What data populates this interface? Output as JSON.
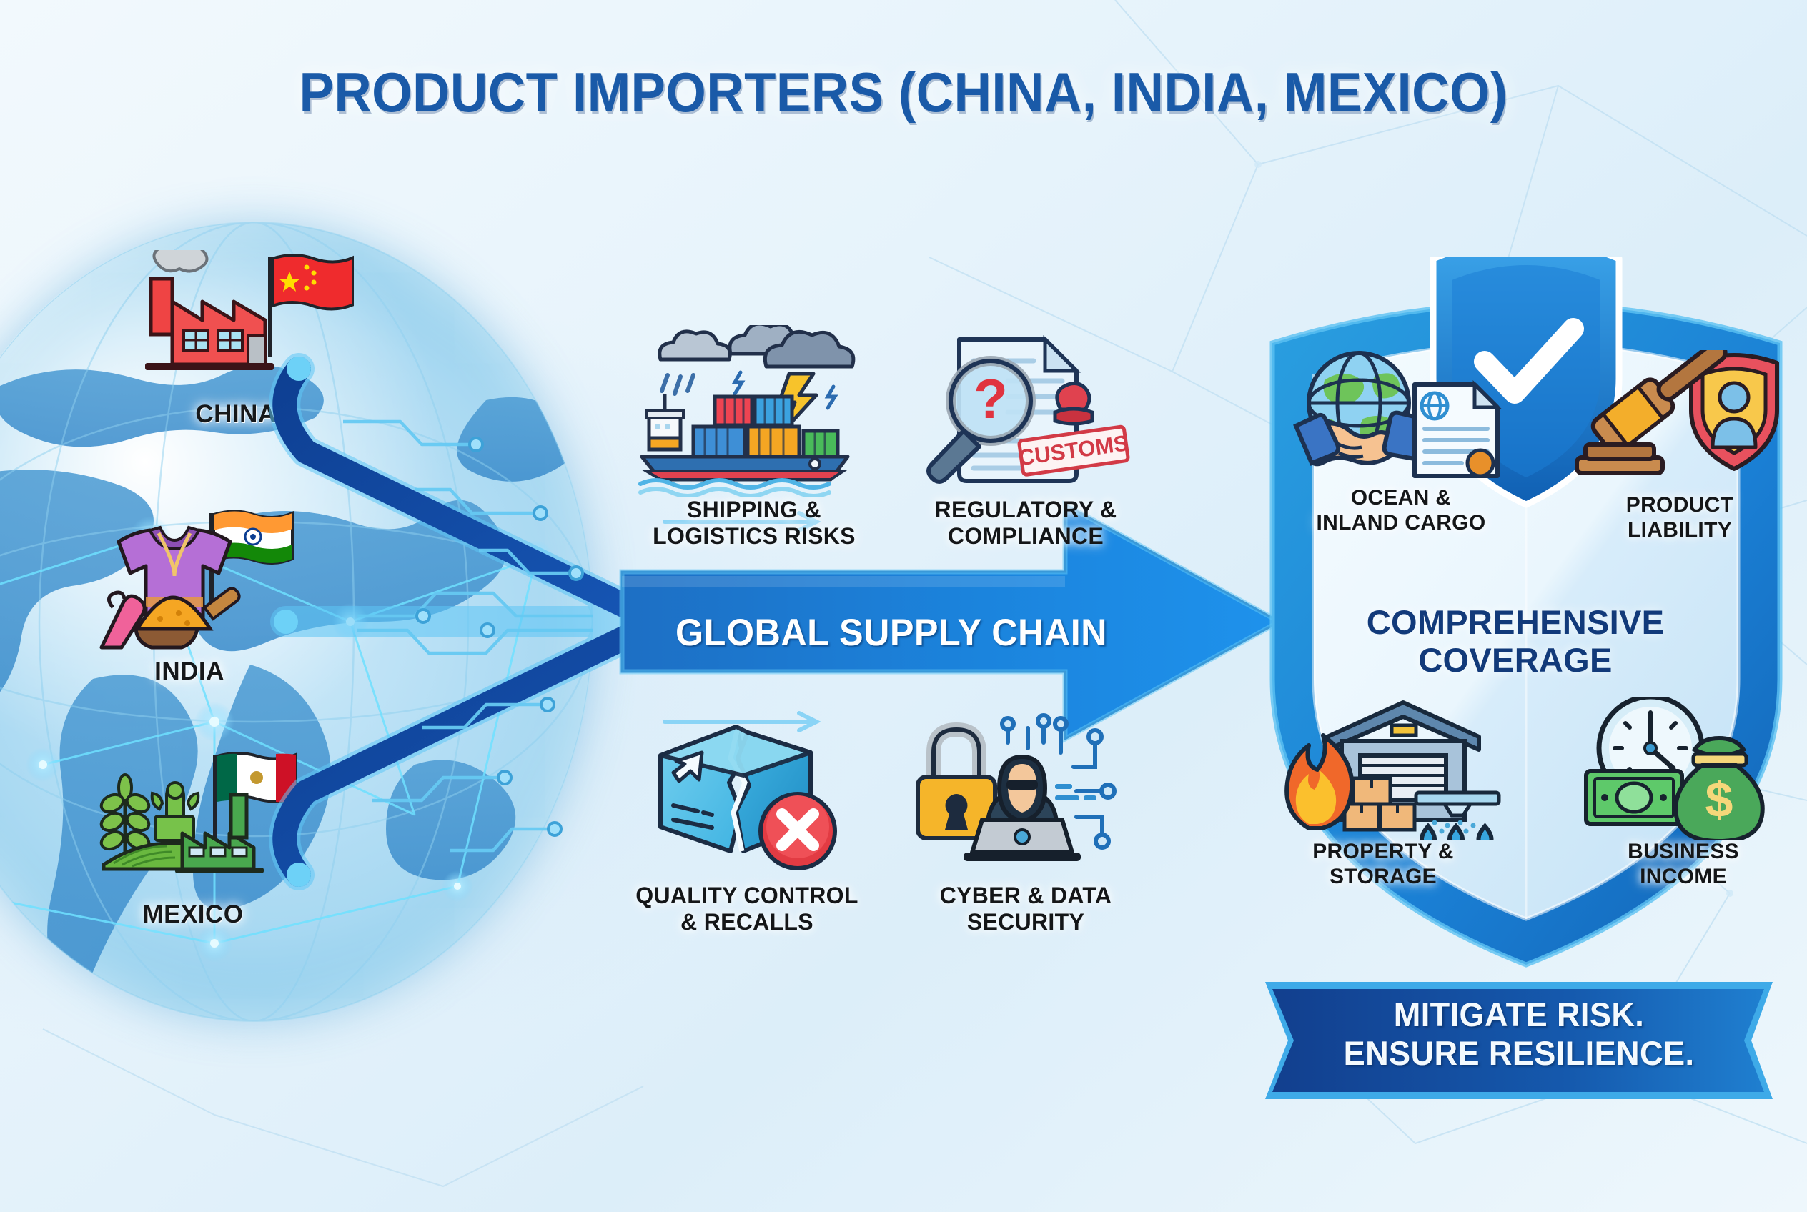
{
  "title": "PRODUCT IMPORTERS (CHINA, INDIA, MEXICO)",
  "colors": {
    "title_blue": "#1a5aa8",
    "arrow_blue": "#1976d2",
    "shield_blue": "#1a7fd4",
    "navy": "#123a7a",
    "banner_dark": "#1450a0",
    "banner_edge": "#39a9e8",
    "background": "#e9f4fb"
  },
  "globe": {
    "label": "world-globe-network",
    "countries": [
      {
        "name": "CHINA",
        "icons": [
          "factory-icon",
          "smoke-icon",
          "china-flag-icon"
        ]
      },
      {
        "name": "INDIA",
        "icons": [
          "kurta-shirt-icon",
          "india-flag-icon",
          "spice-bowl-icon",
          "textile-dye-icon"
        ]
      },
      {
        "name": "MEXICO",
        "icons": [
          "wheat-farm-icon",
          "cactus-icon",
          "factory-icon",
          "mexico-flag-icon"
        ]
      }
    ]
  },
  "supply_chain": {
    "arrow_label": "GLOBAL SUPPLY CHAIN",
    "risks": [
      {
        "id": "shipping",
        "line1": "SHIPPING &",
        "line2": "LOGISTICS RISKS",
        "icons": [
          "cargo-ship-icon",
          "rain-cloud-icon",
          "storm-cloud-icon",
          "lightning-bolt-icon"
        ]
      },
      {
        "id": "regulatory",
        "line1": "REGULATORY &",
        "line2": "COMPLIANCE",
        "icons": [
          "document-icon",
          "magnifier-icon",
          "question-mark-icon",
          "customs-stamp-icon"
        ],
        "stamp_text": "CUSTOMS"
      },
      {
        "id": "quality",
        "line1": "QUALITY CONTROL",
        "line2": "& RECALLS",
        "icons": [
          "broken-box-icon",
          "red-x-icon"
        ]
      },
      {
        "id": "cyber",
        "line1": "CYBER & DATA",
        "line2": "SECURITY",
        "icons": [
          "padlock-icon",
          "hacker-icon",
          "laptop-icon",
          "circuit-icon"
        ]
      }
    ]
  },
  "coverage": {
    "shield_title_line1": "COMPREHENSIVE",
    "shield_title_line2": "COVERAGE",
    "badge_icon": "shield-check-icon",
    "items": [
      {
        "id": "cargo",
        "line1": "OCEAN &",
        "line2": "INLAND CARGO",
        "icons": [
          "globe-icon",
          "handshake-icon",
          "certificate-icon"
        ]
      },
      {
        "id": "liability",
        "line1": "PRODUCT",
        "line2": "LIABILITY",
        "icons": [
          "gavel-icon",
          "person-shield-icon"
        ]
      },
      {
        "id": "property",
        "line1": "PROPERTY &",
        "line2": "STORAGE",
        "icons": [
          "warehouse-icon",
          "fire-icon",
          "sprinkler-icon",
          "water-drop-icon",
          "boxes-icon"
        ]
      },
      {
        "id": "income",
        "line1": "BUSINESS",
        "line2": "INCOME",
        "icons": [
          "clock-icon",
          "banknote-icon",
          "money-bag-icon"
        ]
      }
    ]
  },
  "banner": {
    "line1": "MITIGATE RISK.",
    "line2": "ENSURE RESILIENCE."
  }
}
